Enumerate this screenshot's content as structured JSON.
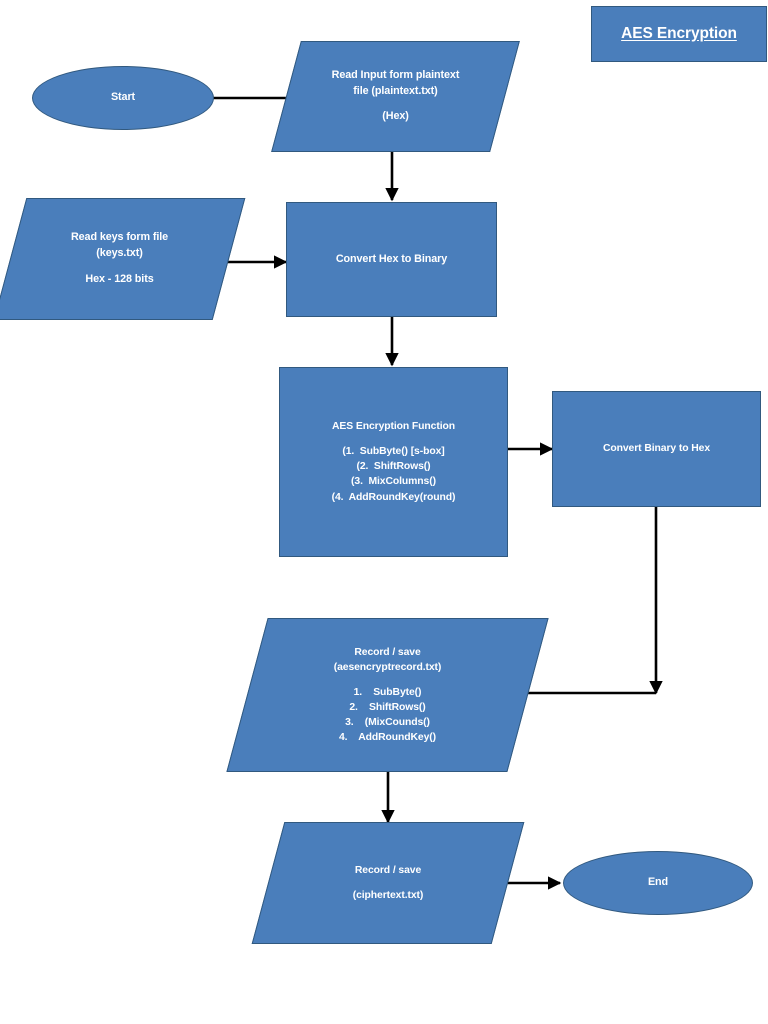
{
  "diagram": {
    "title_box": {
      "label": "AES Encryption"
    },
    "colors": {
      "shape_fill": "#4a7ebb",
      "shape_border": "#31597f",
      "shape_text": "#ffffff",
      "connector": "#000000",
      "background": "#ffffff"
    },
    "nodes": {
      "start": {
        "label": "Start",
        "shape": "ellipse"
      },
      "read_plaintext": {
        "shape": "parallelogram",
        "line1": "Read Input form plaintext",
        "line2": "file (plaintext.txt)",
        "line3": "(Hex)"
      },
      "read_keys": {
        "shape": "parallelogram",
        "line1": "Read keys form file",
        "line2": "(keys.txt)",
        "line3": "Hex - 128 bits"
      },
      "convert_hex_to_binary": {
        "shape": "rectangle",
        "label": "Convert Hex to Binary"
      },
      "aes_function": {
        "shape": "rectangle",
        "heading": "AES Encryption Function",
        "steps": [
          "(1.  SubByte() [s-box]",
          "(2.  ShiftRows()",
          "(3.  MixColumns()",
          "(4.  AddRoundKey(round)"
        ]
      },
      "convert_binary_to_hex": {
        "shape": "rectangle",
        "label": "Convert Binary to Hex"
      },
      "record_aes": {
        "shape": "parallelogram",
        "line1": "Record / save",
        "line2": "(aesencryptrecord.txt)",
        "steps": [
          "1.    SubByte()",
          "2.    ShiftRows()",
          "3.    (MixCounds()",
          "4.    AddRoundKey()"
        ]
      },
      "record_ciphertext": {
        "shape": "parallelogram",
        "line1": "Record / save",
        "line2": "(ciphertext.txt)"
      },
      "end": {
        "label": "End",
        "shape": "ellipse"
      }
    }
  }
}
